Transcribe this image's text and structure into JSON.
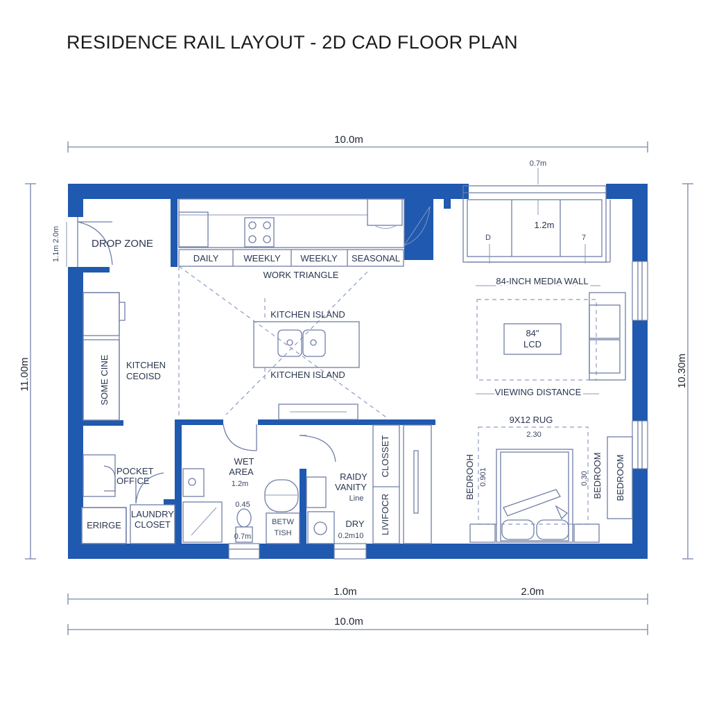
{
  "title": "RESIDENCE RAIL LAYOUT - 2D CAD FLOOR PLAN",
  "colors": {
    "wall": "#1f59b0",
    "line": "#6f7ea6",
    "text": "#2a3550"
  },
  "dimensions": {
    "top_width": "10.0m",
    "left_height": "11.00m",
    "right_height": "10.30m",
    "bottom_a": "1.0m",
    "bottom_b": "2.0m",
    "bottom_total": "10.0m",
    "window_top": "0.7m",
    "drop_zone_side": "1.1m 2.0m"
  },
  "rooms": {
    "drop_zone": "DROP ZONE",
    "work_triangle": "WORK TRIANGLE",
    "kitchen_island_top": "KITCHEN ISLAND",
    "kitchen_island_bottom": "KITCHEN ISLAND",
    "some_cine": "SOME CINE",
    "kitchen_closet_1": "KITCHEN",
    "kitchen_closet_2": "CEOISD",
    "pocket_office_1": "POCKET",
    "pocket_office_2": "OFFICE",
    "erirge": "ERIRGE",
    "laundry_1": "LAUNDRY",
    "laundry_2": "CLOSET",
    "wet_area_1": "WET",
    "wet_area_2": "AREA",
    "wet_area_dim": "1.2m",
    "bath_dim_a": "0.45",
    "bath_dim_b": "0.7m",
    "betw_1": "BETW",
    "betw_2": "TISH",
    "vanity_1": "RAIDY",
    "vanity_2": "VANITY",
    "vanity_3": "Line",
    "dry": "DRY",
    "dry_dim": "0.2m10",
    "closet": "CLOSSET",
    "linen": "LIVIFOCR",
    "media_wall": "84-INCH MEDIA WALL",
    "lcd_1": "84\"",
    "lcd_2": "LCD",
    "viewing_distance": "VIEWING DISTANCE",
    "rug": "9X12 RUG",
    "rug_dim": "2.30",
    "bedroom_left": "BEDROOH",
    "bedroom_left_dim": "0.901",
    "bedroom_mid_dim": "0.30",
    "bedroom_mid": "BEDROOM",
    "bedroom_right": "BEDROOM",
    "porch_left": "D",
    "porch_center": "1.2m",
    "porch_right": "7"
  },
  "kitchen_rail": {
    "zones": [
      "DAILY",
      "WEEKLY",
      "WEEKLY",
      "SEASONAL"
    ]
  }
}
